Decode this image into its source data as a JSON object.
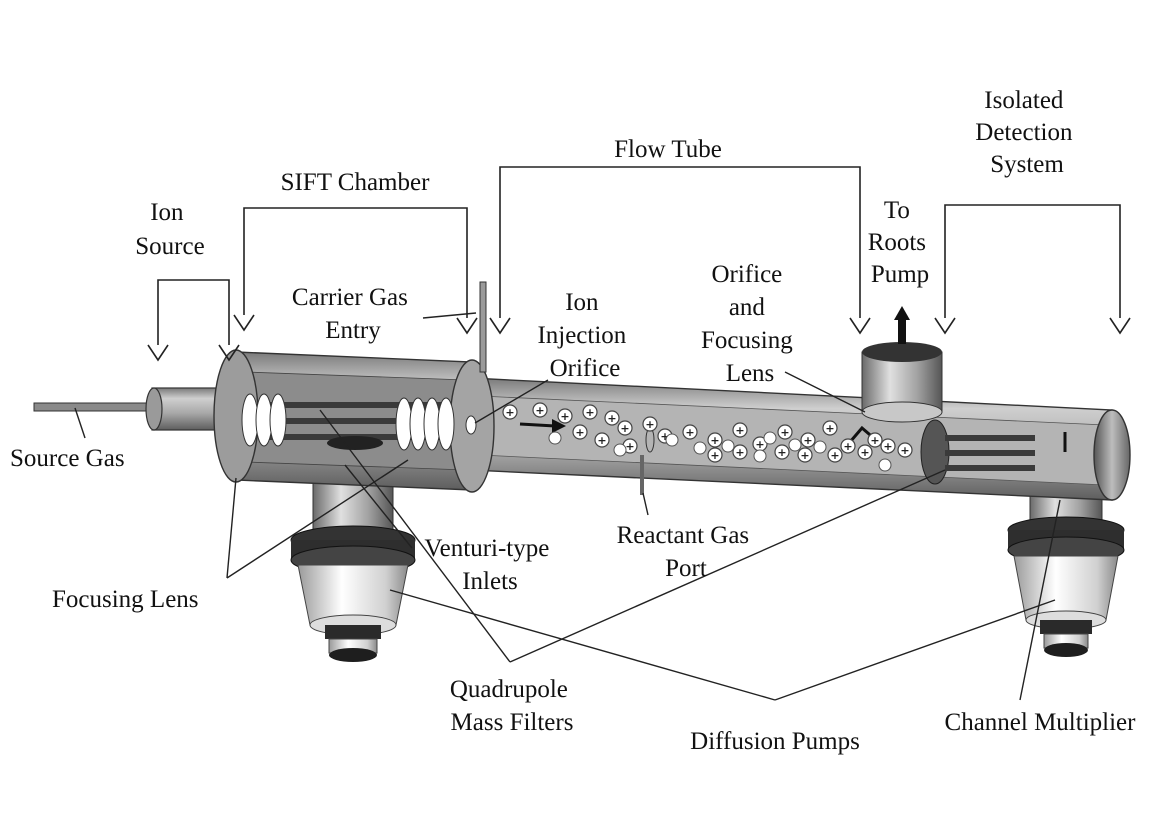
{
  "labels": {
    "isolated_detection_system": [
      "Isolated",
      "Detection",
      "System"
    ],
    "flow_tube": "Flow Tube",
    "sift_chamber": "SIFT Chamber",
    "ion_source": [
      "Ion",
      "Source"
    ],
    "to_roots_pump": [
      "To",
      "Roots",
      "Pump"
    ],
    "carrier_gas_entry": [
      "Carrier Gas",
      "Entry"
    ],
    "ion_injection_orifice": [
      "Ion",
      "Injection",
      "Orifice"
    ],
    "orifice_focusing_lens": [
      "Orifice",
      "and",
      "Focusing",
      "Lens"
    ],
    "source_gas": "Source Gas",
    "reactant_gas_port": [
      "Reactant Gas",
      "Port"
    ],
    "venturi_type_inlets": [
      "Venturi-type",
      "Inlets"
    ],
    "focusing_lens": "Focusing Lens",
    "quadrupole_mass_filters": [
      "Quadrupole",
      "Mass Filters"
    ],
    "diffusion_pumps": "Diffusion Pumps",
    "channel_multiplier": "Channel Multiplier"
  },
  "ion_symbol": "+",
  "colors": {
    "body_dark": "#5a5a5a",
    "body_mid": "#9a9a9a",
    "body_light": "#d6d6d6",
    "tube_interior": "#b8b8b8",
    "line": "#222222"
  }
}
